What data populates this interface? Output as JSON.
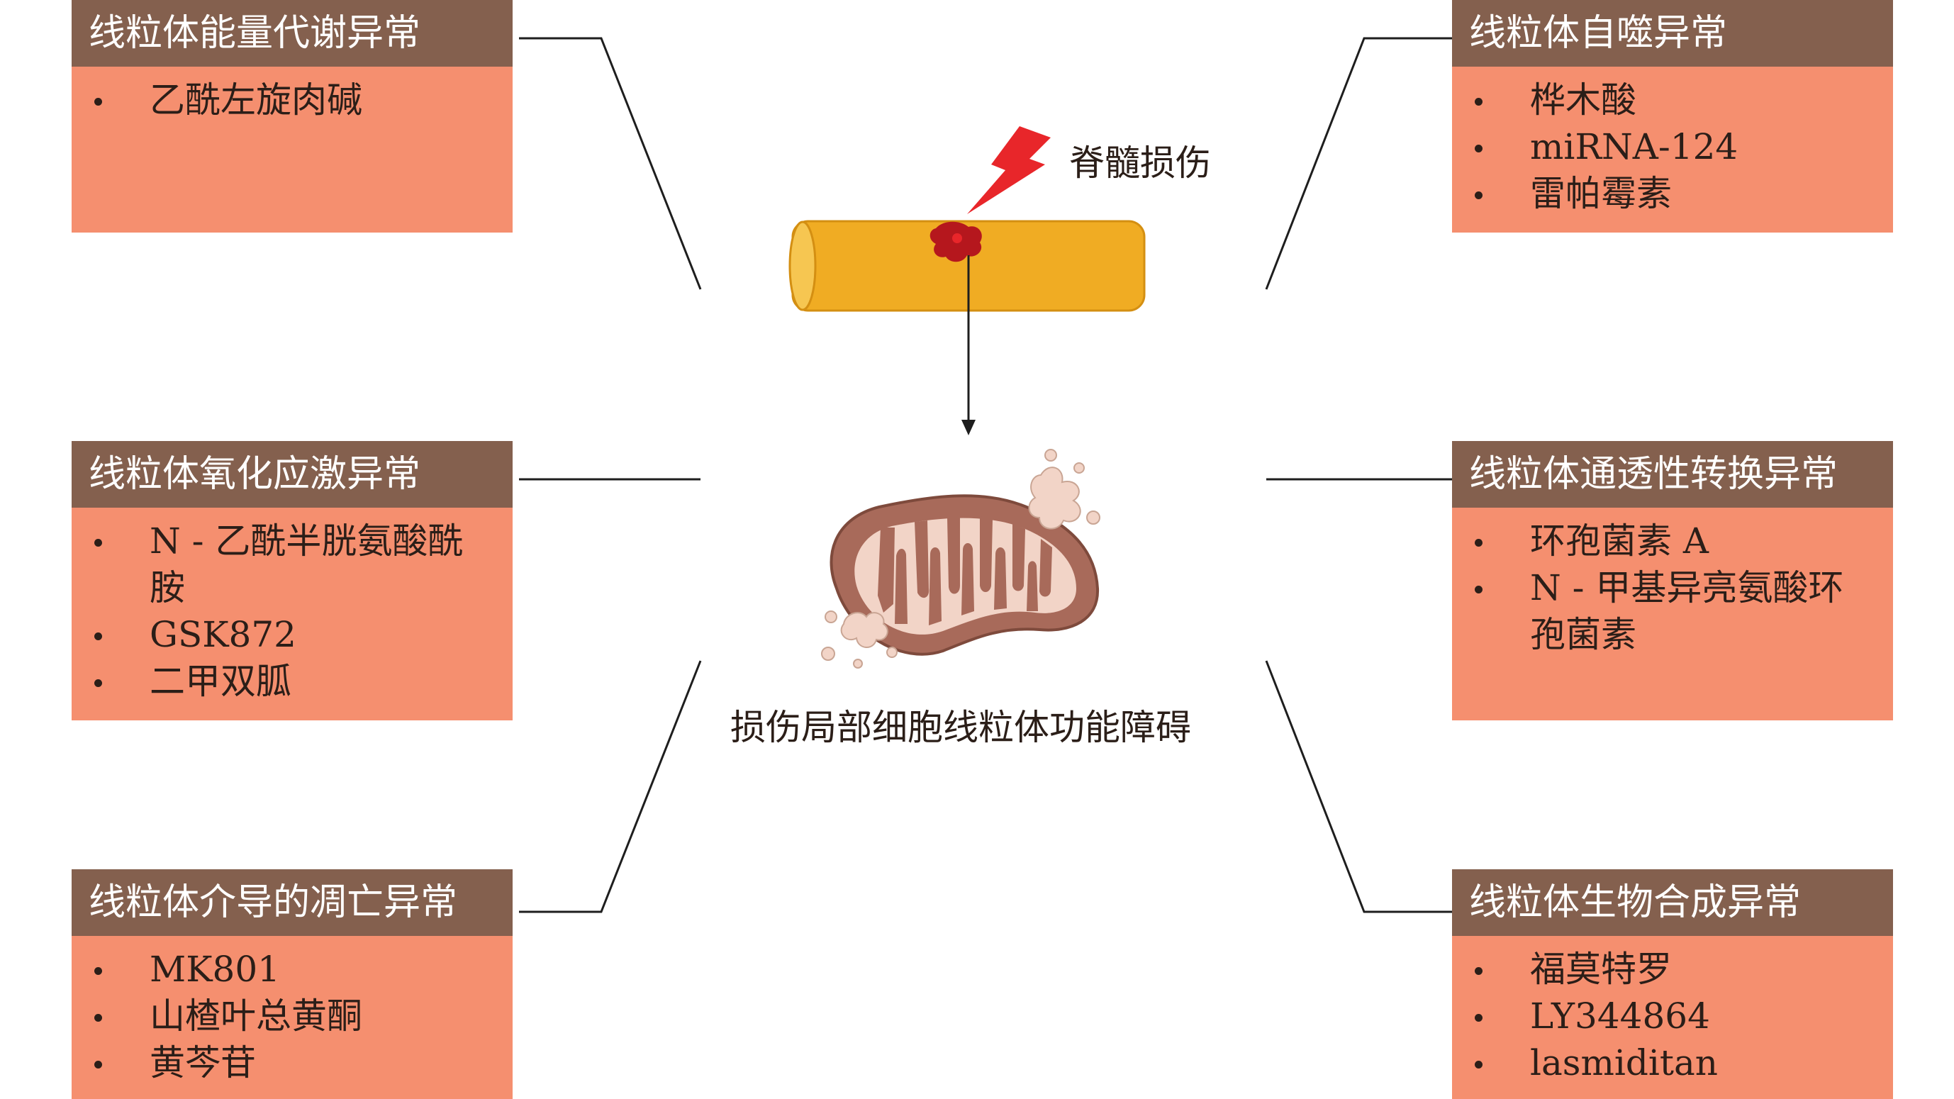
{
  "panels": {
    "energy": {
      "title": "线粒体能量代谢异常",
      "items": [
        "乙酰左旋肉碱"
      ]
    },
    "autophagy": {
      "title": "线粒体自噬异常",
      "items": [
        "桦木酸",
        "miRNA-124",
        "雷帕霉素"
      ]
    },
    "oxidative": {
      "title": "线粒体氧化应激异常",
      "items": [
        "N - 乙酰半胱氨酸酰胺",
        "GSK872",
        "二甲双胍"
      ]
    },
    "permeability": {
      "title": "线粒体通透性转换异常",
      "items": [
        "环孢菌素 A",
        "N - 甲基异亮氨酸环孢菌素"
      ]
    },
    "apoptosis": {
      "title": "线粒体介导的凋亡异常",
      "items": [
        "MK801",
        "山楂叶总黄酮",
        "黄芩苷"
      ]
    },
    "biogenesis": {
      "title": "线粒体生物合成异常",
      "items": [
        "福莫特罗",
        "LY344864",
        "lasmiditan"
      ]
    }
  },
  "center": {
    "injury_label": "脊髓损伤",
    "dysfunction_label": "损伤局部细胞线粒体功能障碍"
  },
  "colors": {
    "header": "#84604e",
    "body": "#f58f6f",
    "spinal_cord": "#f0ac23",
    "lightning": "#e8262a",
    "lesion": "#b5171d",
    "mito_outer": "#a86a5a",
    "mito_inner": "#f2d4c7"
  },
  "icons": [
    "lightning-bolt-icon",
    "spinal-cord-icon",
    "mitochondrion-icon"
  ]
}
